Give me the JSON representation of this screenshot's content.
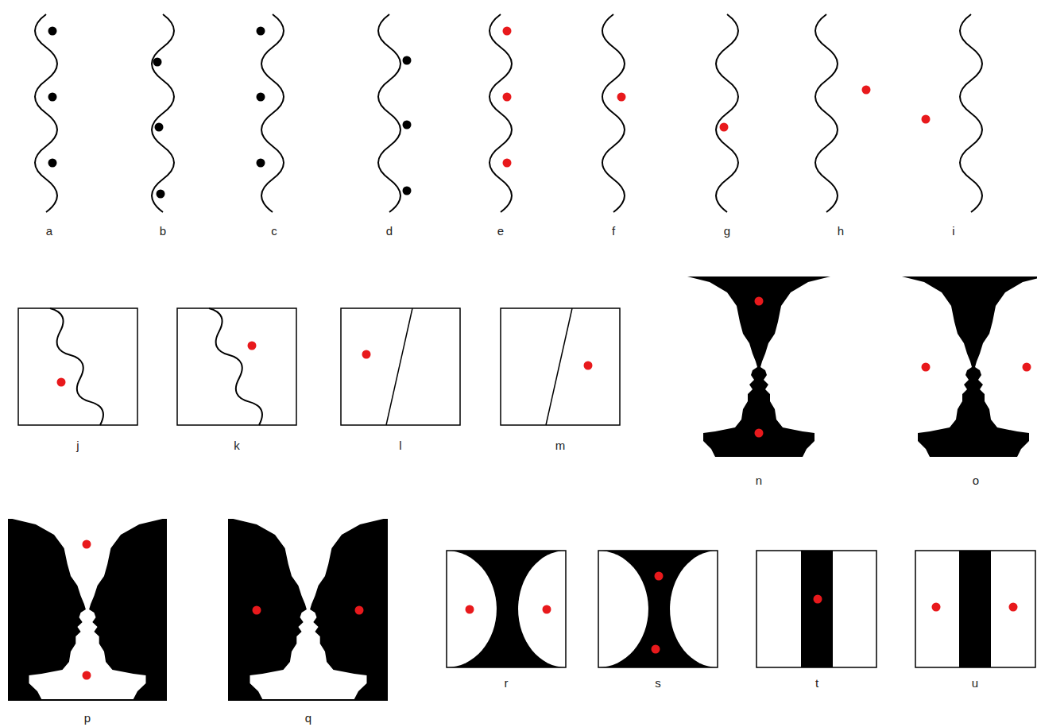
{
  "diagram": {
    "labels": [
      "a",
      "b",
      "c",
      "d",
      "e",
      "f",
      "g",
      "h",
      "i",
      "j",
      "k",
      "l",
      "m",
      "n",
      "o",
      "p",
      "q",
      "r",
      "s",
      "t",
      "u"
    ]
  }
}
